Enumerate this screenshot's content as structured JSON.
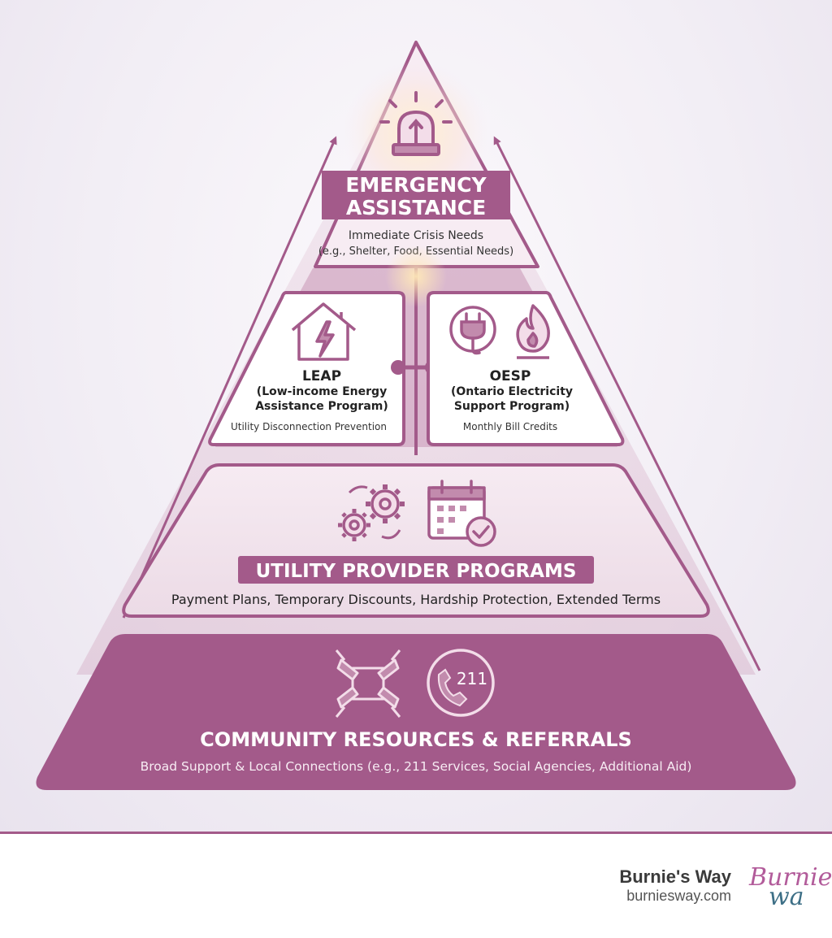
{
  "tiers": {
    "emergency": {
      "title_line1": "EMERGENCY",
      "title_line2": "ASSISTANCE",
      "subtitle": "Immediate Crisis Needs",
      "detail": "(e.g., Shelter, Food, Essential Needs)",
      "icon": "alarm-siren-icon"
    },
    "leap": {
      "title": "LEAP",
      "subtitle_line1": "(Low-income Energy",
      "subtitle_line2": "Assistance Program)",
      "detail": "Utility Disconnection Prevention",
      "icon": "house-lightning-icon"
    },
    "oesp": {
      "title": "OESP",
      "subtitle_line1": "(Ontario Electricity",
      "subtitle_line2": "Support Program)",
      "detail": "Monthly Bill Credits",
      "icons": [
        "power-plug-icon",
        "gas-flame-icon"
      ]
    },
    "utility": {
      "title": "UTILITY PROVIDER PROGRAMS",
      "detail": "Payment Plans, Temporary Discounts, Hardship Protection, Extended Terms",
      "icons": [
        "gears-icon",
        "calendar-check-icon"
      ]
    },
    "community": {
      "title": "COMMUNITY RESOURCES & REFERRALS",
      "detail": "Broad Support & Local Connections (e.g., 211 Services, Social Agencies, Additional Aid)",
      "icons": [
        "helping-hands-icon",
        "phone-211-icon"
      ],
      "phone_number": "211"
    }
  },
  "footer": {
    "brand_name": "Burnie's Way",
    "brand_url": "burniesway.com",
    "logo_line1": "Burnie",
    "logo_line2": "wa"
  },
  "colors": {
    "primary": "#a35a8a",
    "dark": "#8e4373",
    "light": "#f4e8f0",
    "glow": "#ffd98a"
  }
}
